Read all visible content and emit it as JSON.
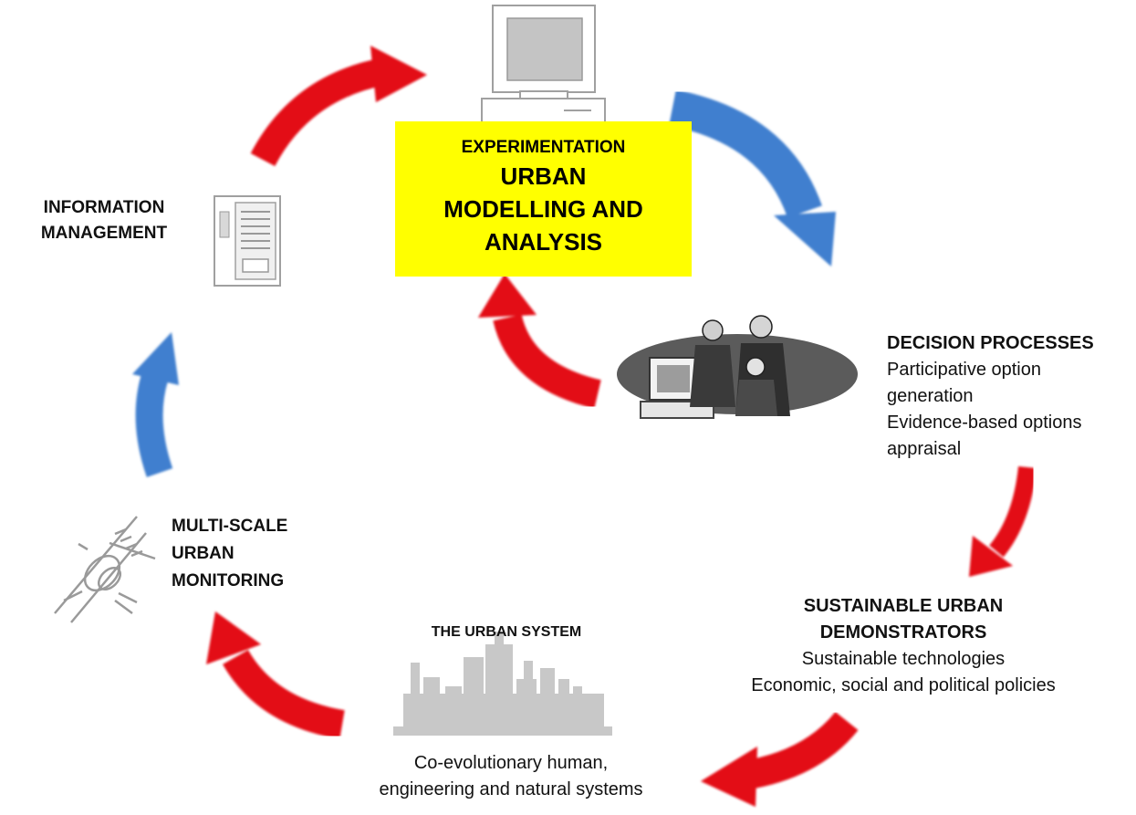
{
  "center": {
    "subtitle": "EXPERIMENTATION",
    "title_lines": [
      "URBAN",
      "MODELLING AND",
      "ANALYSIS"
    ]
  },
  "info": {
    "lines": [
      "INFORMATION",
      "MANAGEMENT"
    ]
  },
  "decision": {
    "title": "DECISION PROCESSES",
    "lines": [
      "Participative option",
      "generation",
      "Evidence-based options",
      "appraisal"
    ]
  },
  "demonstrators": {
    "title_lines": [
      "SUSTAINABLE URBAN",
      "DEMONSTRATORS"
    ],
    "lines": [
      "Sustainable technologies",
      "Economic, social and political policies"
    ]
  },
  "urban_system": {
    "title": "THE URBAN SYSTEM",
    "lines": [
      "Co-evolutionary human,",
      "engineering and natural systems"
    ]
  },
  "monitoring": {
    "lines": [
      "MULTI-SCALE",
      "URBAN",
      "MONITORING"
    ]
  },
  "colors": {
    "red_arrow": "#e30b17",
    "blue_arrow": "#3f7fcf",
    "highlight": "#ffff00",
    "clipart_gray": "#9a9a9a"
  },
  "icons": [
    "computer-icon",
    "server-rack-icon",
    "meeting-people-icon",
    "city-skyline-icon",
    "satellite-icon"
  ]
}
